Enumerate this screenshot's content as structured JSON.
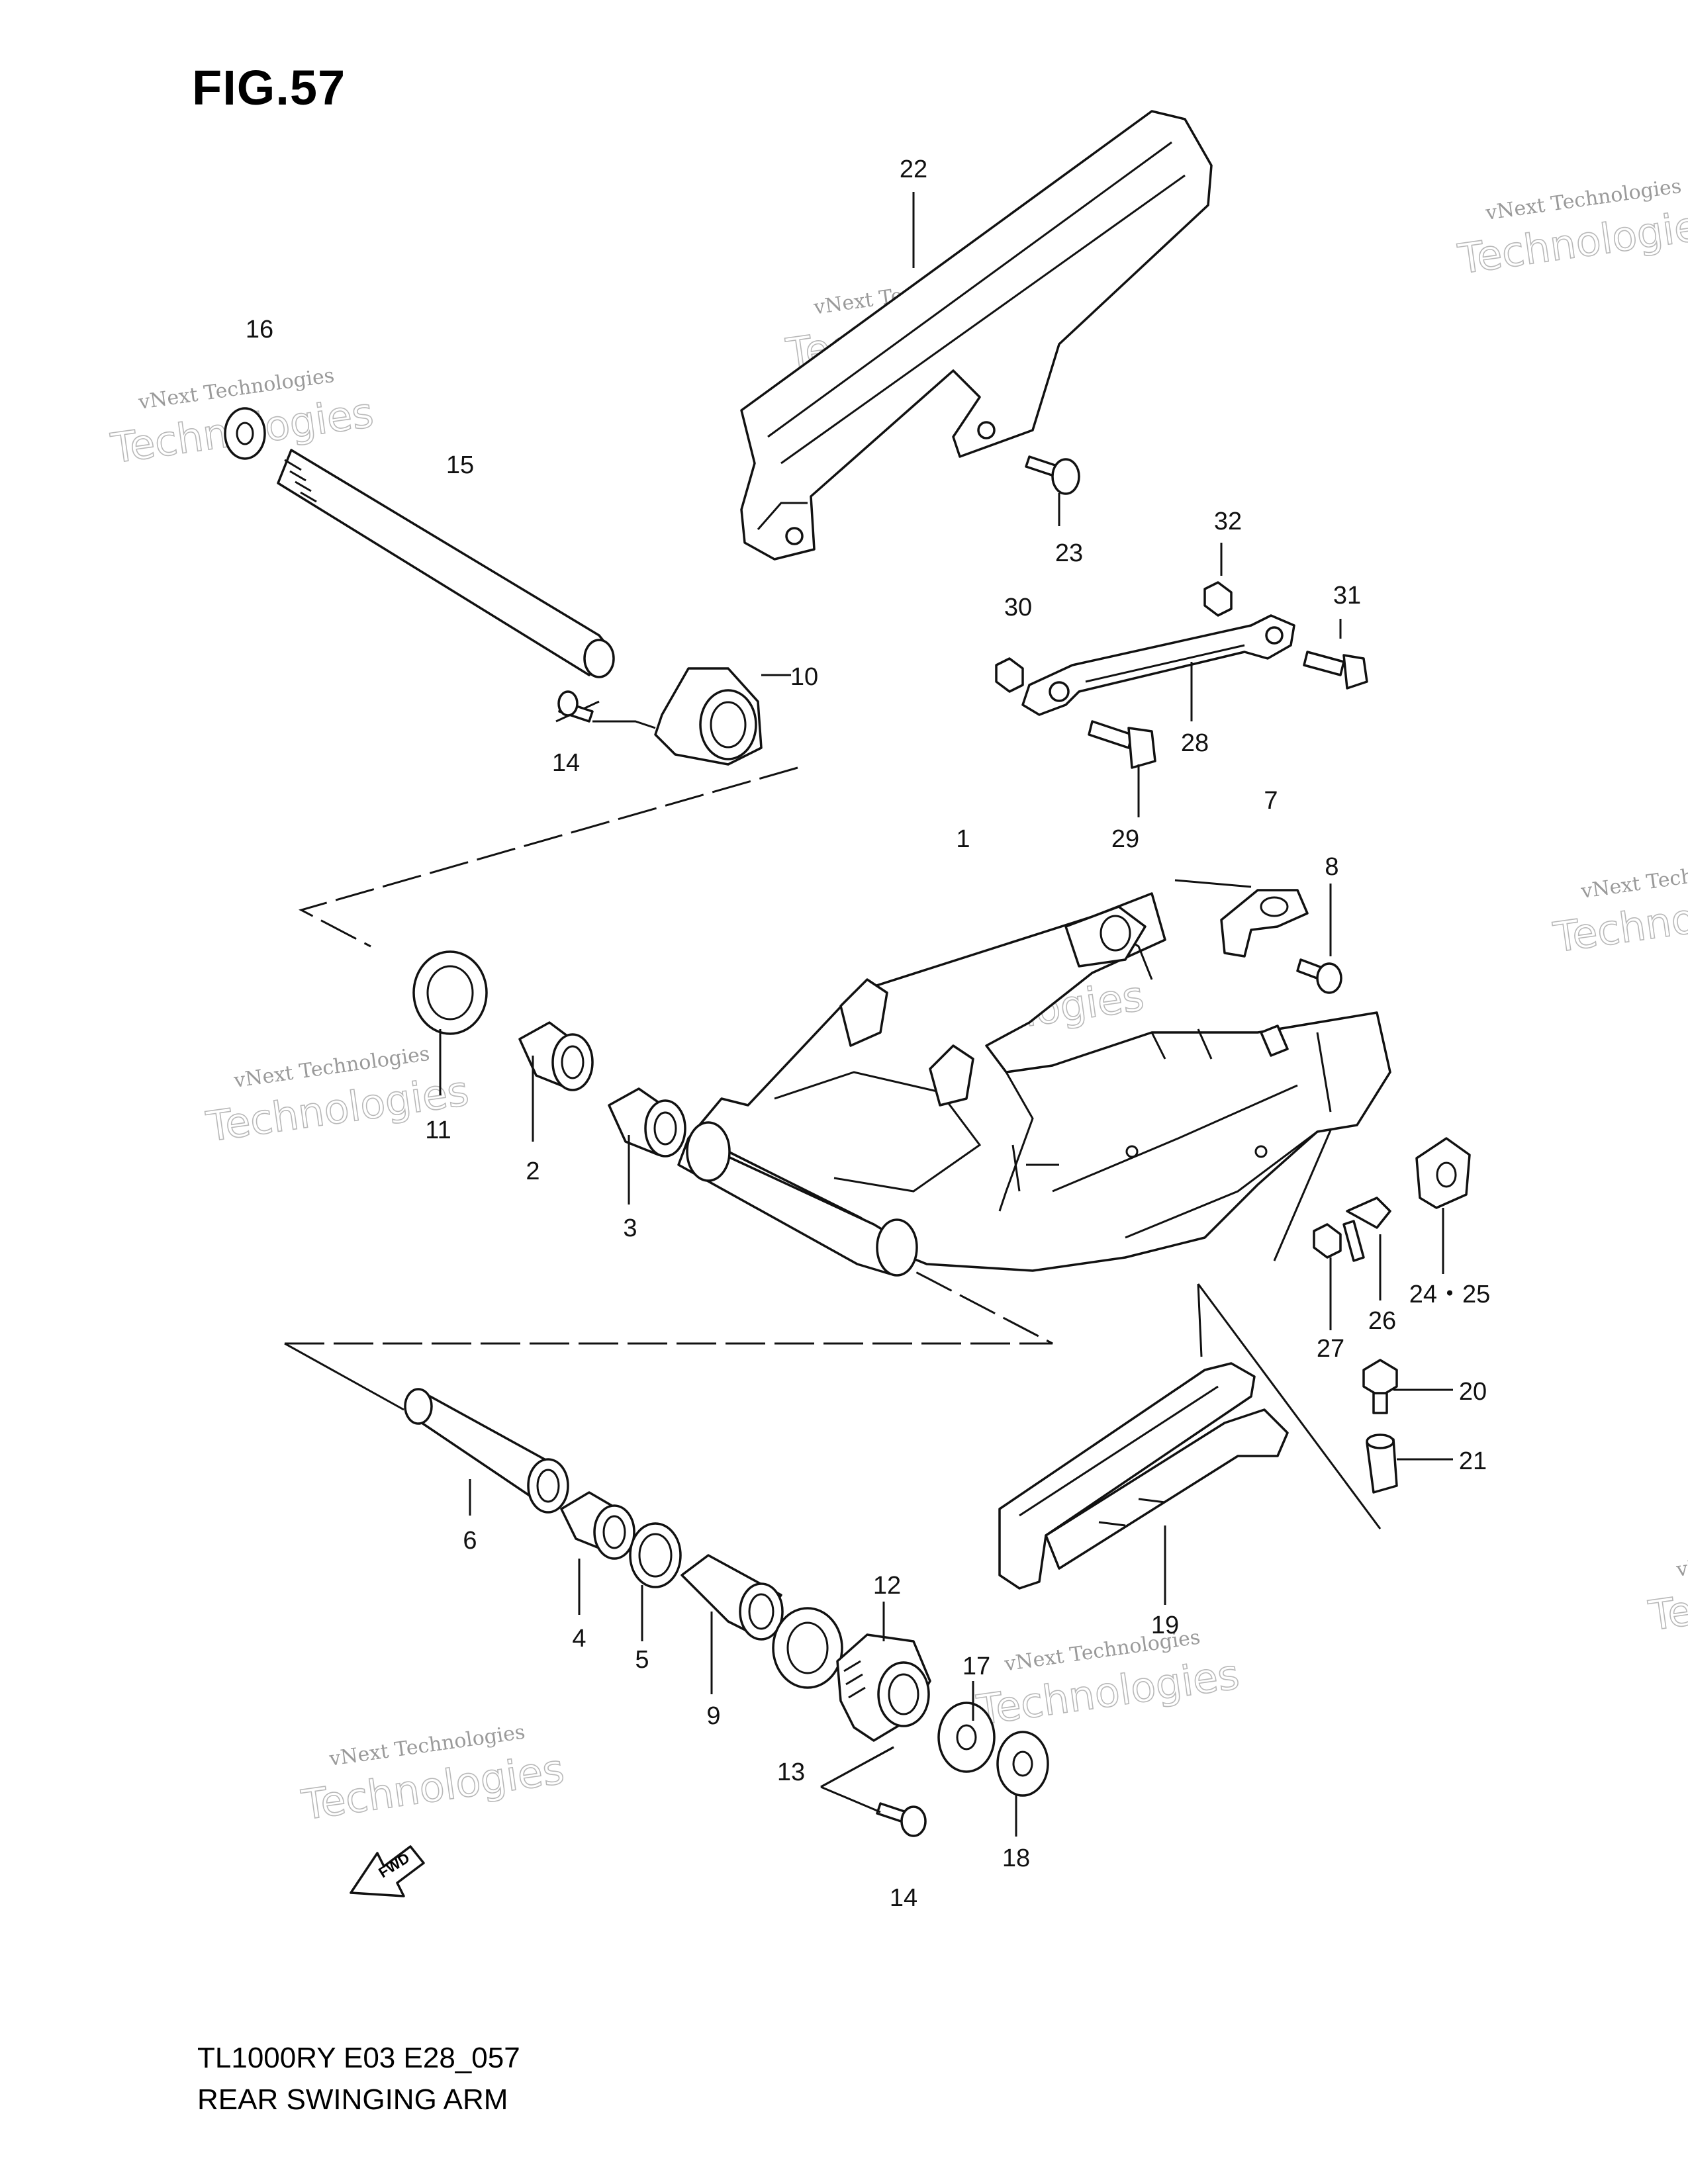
{
  "figure": {
    "title": "FIG.57",
    "model_code": "TL1000RY E03 E28_057",
    "assembly_name": "REAR SWINGING ARM"
  },
  "watermark": {
    "line1": "vNext Technologies",
    "line2": "Technologies",
    "line3": "vNext"
  },
  "arrow": {
    "label": "FWD"
  },
  "callouts": [
    {
      "id": "c1",
      "label": "1"
    },
    {
      "id": "c2",
      "label": "2"
    },
    {
      "id": "c3",
      "label": "3"
    },
    {
      "id": "c4",
      "label": "4"
    },
    {
      "id": "c5",
      "label": "5"
    },
    {
      "id": "c6",
      "label": "6"
    },
    {
      "id": "c7",
      "label": "7"
    },
    {
      "id": "c8",
      "label": "8"
    },
    {
      "id": "c9",
      "label": "9"
    },
    {
      "id": "c10",
      "label": "10"
    },
    {
      "id": "c11",
      "label": "11"
    },
    {
      "id": "c12",
      "label": "12"
    },
    {
      "id": "c13",
      "label": "13"
    },
    {
      "id": "c14a",
      "label": "14"
    },
    {
      "id": "c14b",
      "label": "14"
    },
    {
      "id": "c15",
      "label": "15"
    },
    {
      "id": "c16",
      "label": "16"
    },
    {
      "id": "c17",
      "label": "17"
    },
    {
      "id": "c18",
      "label": "18"
    },
    {
      "id": "c19",
      "label": "19"
    },
    {
      "id": "c20",
      "label": "20"
    },
    {
      "id": "c21",
      "label": "21"
    },
    {
      "id": "c22",
      "label": "22"
    },
    {
      "id": "c23",
      "label": "23"
    },
    {
      "id": "c24",
      "label": "24・25"
    },
    {
      "id": "c26",
      "label": "26"
    },
    {
      "id": "c27",
      "label": "27"
    },
    {
      "id": "c28",
      "label": "28"
    },
    {
      "id": "c29",
      "label": "29"
    },
    {
      "id": "c30",
      "label": "30"
    },
    {
      "id": "c31",
      "label": "31"
    },
    {
      "id": "c32",
      "label": "32"
    }
  ]
}
